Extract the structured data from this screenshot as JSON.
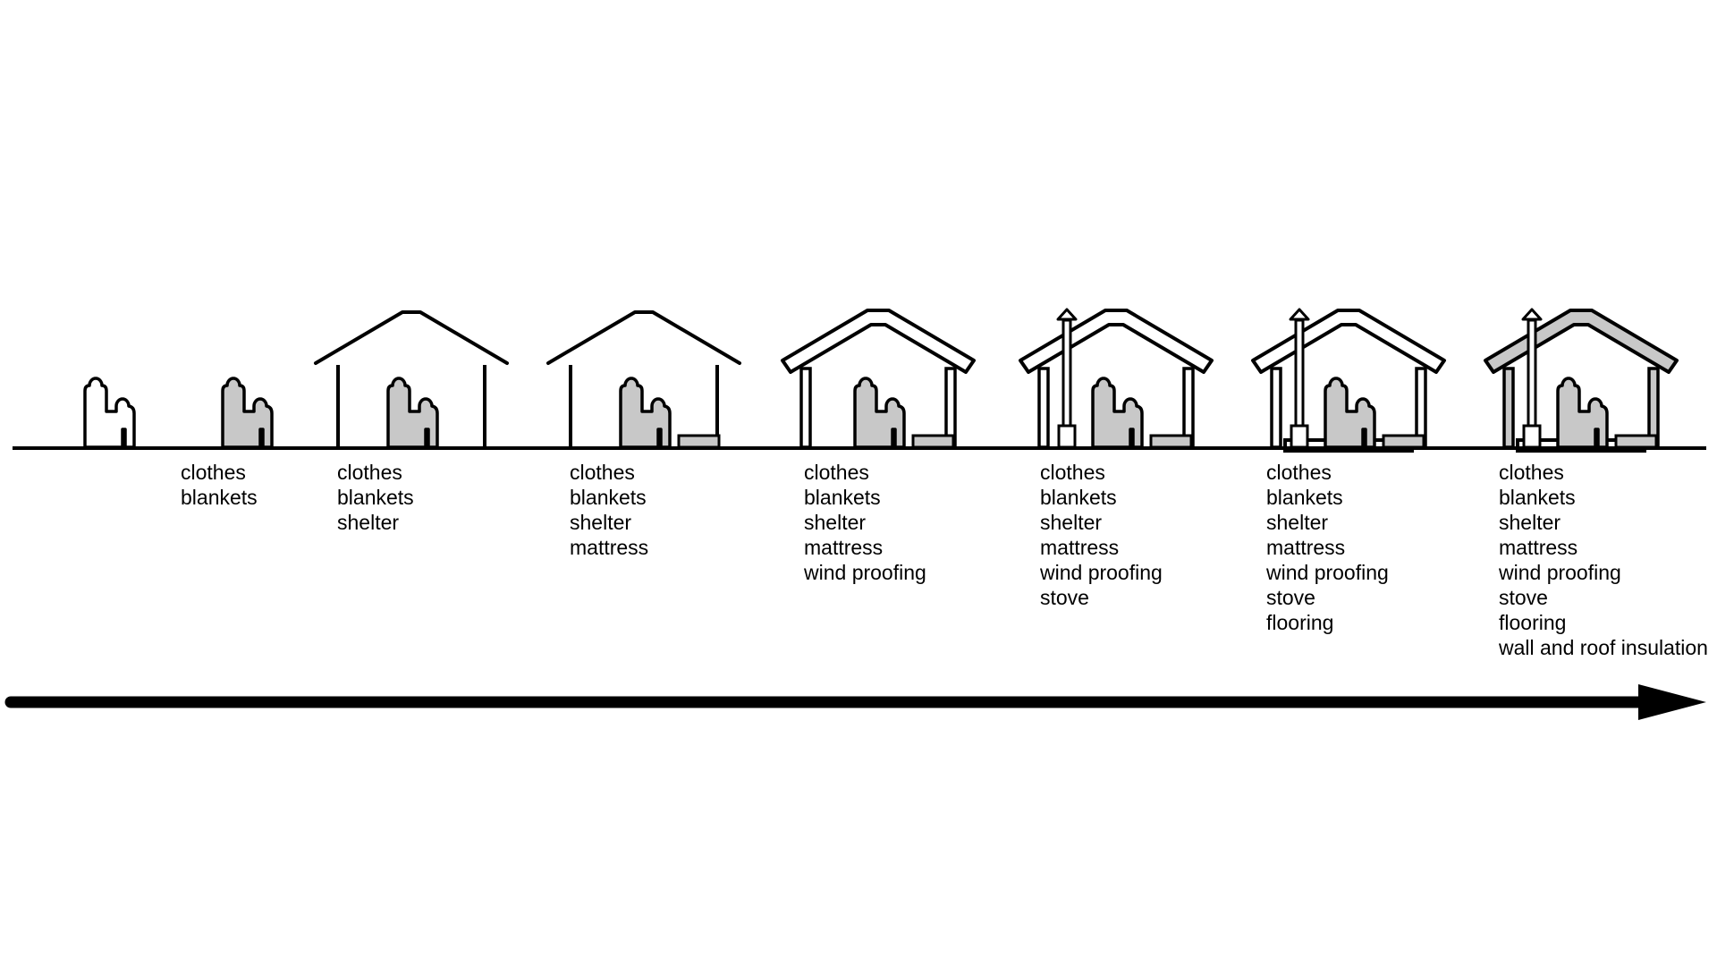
{
  "colors": {
    "ink": "#000000",
    "fill_gray": "#c8c8c8",
    "background": "#ffffff"
  },
  "stages": [
    {
      "items": []
    },
    {
      "items": [
        "clothes",
        "blankets"
      ]
    },
    {
      "items": [
        "clothes",
        "blankets",
        "shelter"
      ]
    },
    {
      "items": [
        "clothes",
        "blankets",
        "shelter",
        "mattress"
      ]
    },
    {
      "items": [
        "clothes",
        "blankets",
        "shelter",
        "mattress",
        "wind proofing"
      ]
    },
    {
      "items": [
        "clothes",
        "blankets",
        "shelter",
        "mattress",
        "wind proofing",
        "stove"
      ]
    },
    {
      "items": [
        "clothes",
        "blankets",
        "shelter",
        "mattress",
        "wind proofing",
        "stove",
        "flooring"
      ]
    },
    {
      "items": [
        "clothes",
        "blankets",
        "shelter",
        "mattress",
        "wind proofing",
        "stove",
        "flooring",
        "wall and roof insulation"
      ]
    }
  ]
}
